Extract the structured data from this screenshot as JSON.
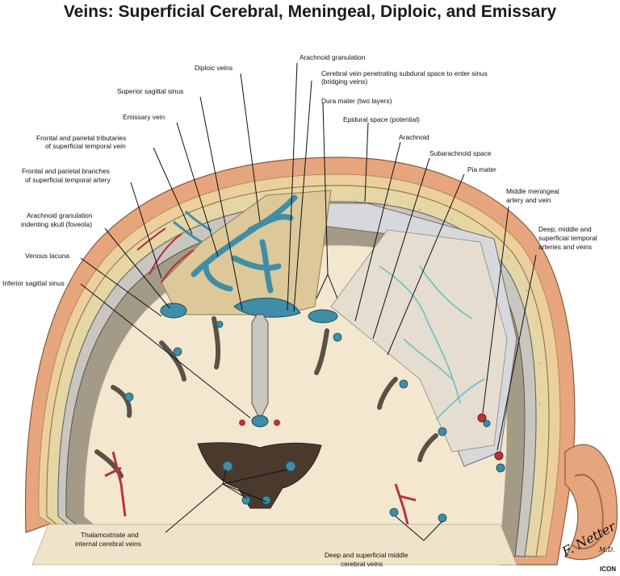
{
  "title": "Veins: Superficial Cerebral, Meningeal, Diploic, and Emissary",
  "labels": {
    "arachnoid_granulation": "Arachnoid granulation",
    "diploic_veins": "Diploic veins",
    "bridging_veins_1": "Cerebral vein penetrating subdural space to enter sinus",
    "bridging_veins_2": "(bridging veins)",
    "superior_sagittal_sinus": "Superior sagittal sinus",
    "dura_mater": "Dura mater (two layers)",
    "emissary_vein": "Emissary vein",
    "epidural_space": "Epidural space (potential)",
    "frontal_parietal_tributaries_1": "Frontal and parietal tributaries",
    "frontal_parietal_tributaries_2": "of superficial temporal vein",
    "arachnoid": "Arachnoid",
    "subarachnoid_space": "Subarachnoid space",
    "frontal_parietal_branches_1": "Frontal and parietal branches",
    "frontal_parietal_branches_2": "of superficial temporal artery",
    "pia_mater": "Pia mater",
    "middle_meningeal_1": "Middle meningeal",
    "middle_meningeal_2": "artery and vein",
    "foveola_1": "Arachnoid granulation",
    "foveola_2": "indenting skull (foveola)",
    "deep_temporal_1": "Deep, middle and",
    "deep_temporal_2": "superficial temporal",
    "deep_temporal_3": "arteries and veins",
    "venous_lacuna": "Venous lacuna",
    "inferior_sagittal_sinus": "Inferior sagittal  sinus",
    "thalamostriate_1": "Thalamostriate and",
    "thalamostriate_2": "internal cerebral veins",
    "middle_cerebral_1": "Deep and superficial middle",
    "middle_cerebral_2": "cerebral veins"
  },
  "signature": "F. Netter",
  "signature_md": "M.D.",
  "publisher_mark": "ICON",
  "colors": {
    "skin": "#e7a57d",
    "bone": "#e6d6a6",
    "dura": "#c9c6bf",
    "brain": "#f3e8cf",
    "gray_matter": "#a49a88",
    "vein_blue": "#3f8da6",
    "artery_red": "#b7343a"
  }
}
